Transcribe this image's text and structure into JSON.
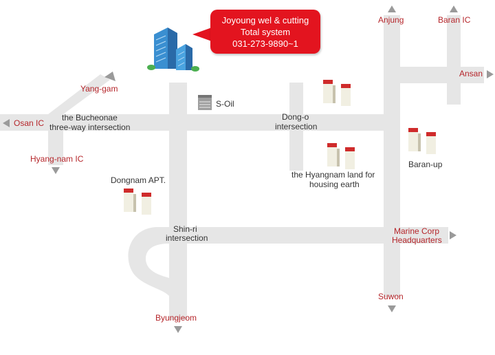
{
  "company": {
    "name": "Joyoung wel & cutting",
    "subtitle": "Total system",
    "phone": "031-273-9890~1"
  },
  "destinations": {
    "anjung": "Anjung",
    "baran_ic": "Baran IC",
    "ansan": "Ansan",
    "yang_gam": "Yang-gam",
    "osan_ic": "Osan IC",
    "hyang_nam_ic": "Hyang-nam IC",
    "marine_corp_line1": "Marine Corp",
    "marine_corp_line2": "Headquarters",
    "suwon": "Suwon",
    "byungjeom": "Byungjeom"
  },
  "places": {
    "s_oil": "S-Oil",
    "bucheonae_line1": "the Bucheonae",
    "bucheonae_line2": "three-way intersection",
    "dong_o_line1": "Dong-o",
    "dong_o_line2": "intersection",
    "hyangnam_land_line1": "the Hyangnam land for",
    "hyangnam_land_line2": "housing earth",
    "baran_up": "Baran-up",
    "dongnam_apt": "Dongnam APT.",
    "shin_ri_line1": "Shin-ri",
    "shin_ri_line2": "intersection"
  },
  "colors": {
    "road": "#e6e6e6",
    "destination_text": "#b5252a",
    "callout": "#e3141f",
    "arrow": "#9a9a9a"
  },
  "icons": [
    "office-building-icon",
    "gas-station-icon",
    "apartment-icon",
    "arrow-icon"
  ]
}
